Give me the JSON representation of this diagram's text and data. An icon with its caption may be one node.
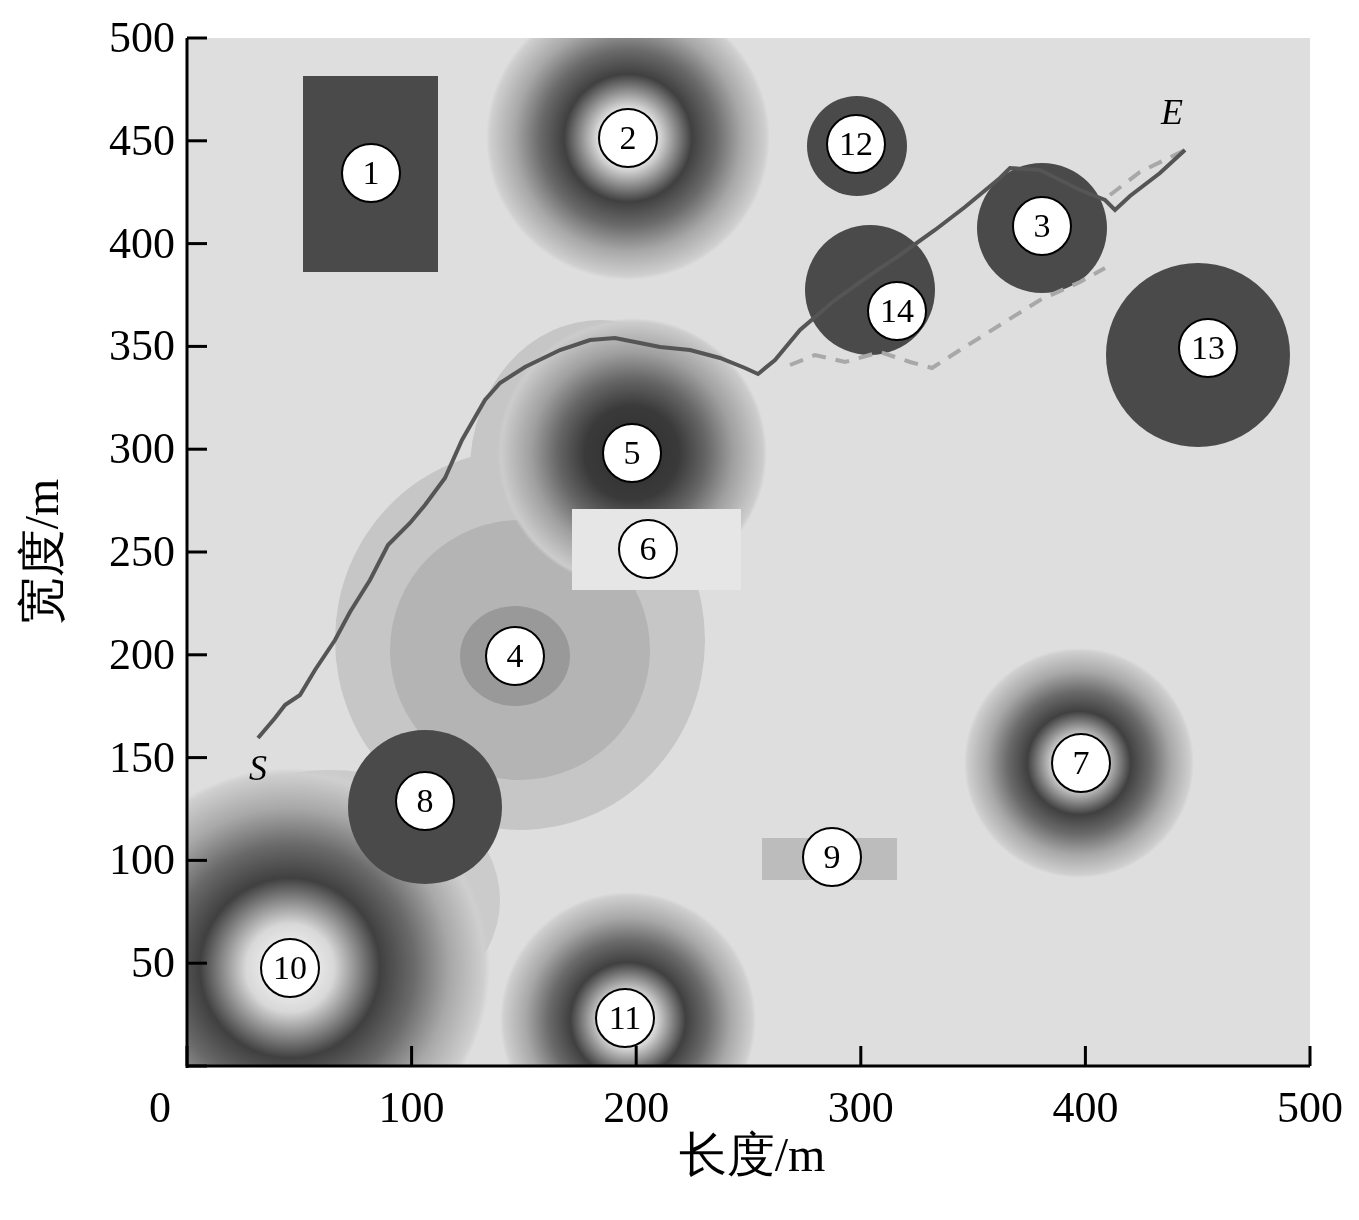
{
  "diagram": {
    "nodes": [
      {
        "text": [
          "1"
        ]
      },
      {
        "text": [
          "2"
        ]
      },
      {
        "text": [
          "3"
        ]
      },
      {
        "text": [
          "4"
        ]
      },
      {
        "text": [
          "5"
        ]
      },
      {
        "text": [
          "6"
        ]
      },
      {
        "text": [
          "7"
        ]
      },
      {
        "text": [
          "8"
        ]
      },
      {
        "text": [
          "9"
        ]
      },
      {
        "text": [
          "10"
        ]
      },
      {
        "text": [
          "11"
        ]
      },
      {
        "text": [
          "12"
        ]
      },
      {
        "text": [
          "13"
        ]
      },
      {
        "text": [
          "14"
        ]
      }
    ],
    "labels": [
      "500",
      "450",
      "400",
      "350",
      "300",
      "250",
      "200",
      "150",
      "100",
      "50",
      "0",
      "100",
      "200",
      "300",
      "400",
      "500",
      "宽度/m",
      "长度/m",
      "S",
      "E"
    ]
  }
}
